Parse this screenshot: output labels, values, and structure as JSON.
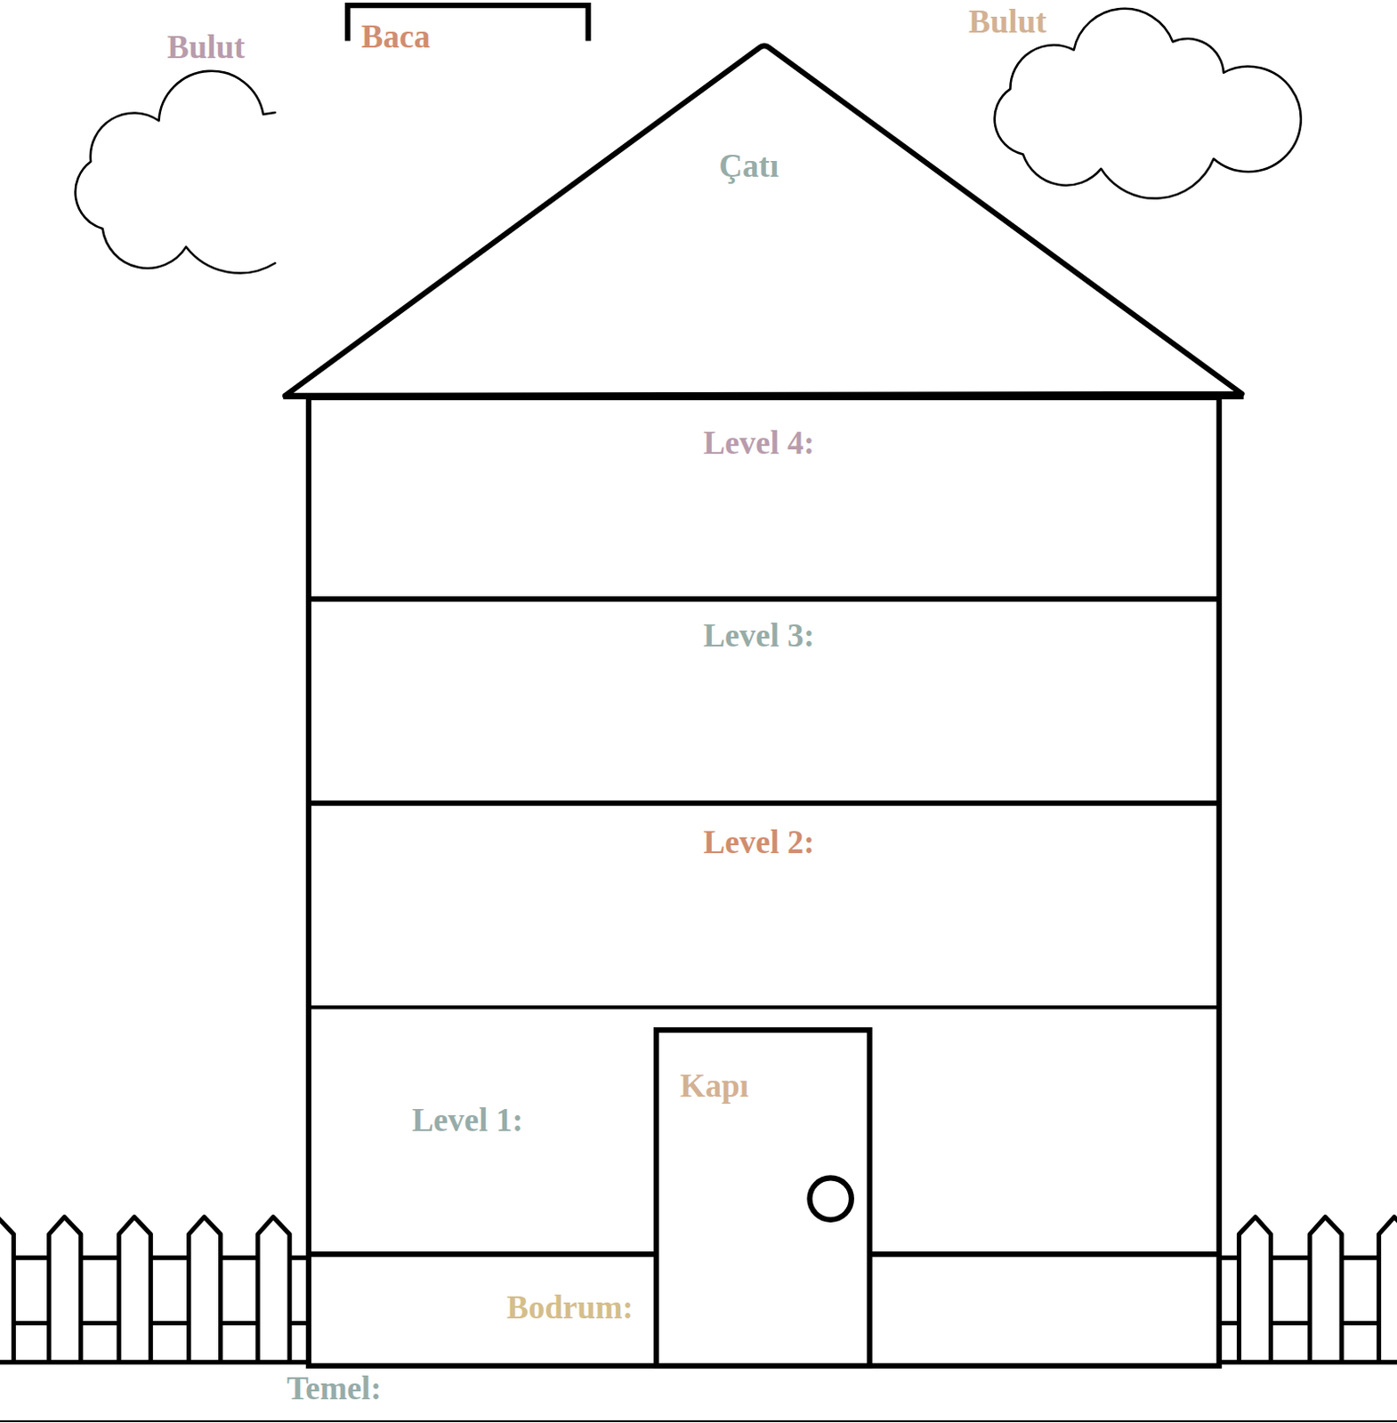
{
  "diagram": {
    "nodes": [
      {
        "text": [
          "Bulut"
        ]
      },
      {
        "text": [
          "Baca"
        ]
      },
      {
        "text": [
          "Bulut"
        ]
      },
      {
        "text": [
          "Çatı"
        ]
      },
      {
        "text": [
          "Level 4:"
        ]
      },
      {
        "text": [
          "Level 3:"
        ]
      },
      {
        "text": [
          "Level 2:"
        ]
      },
      {
        "text": [
          "Level 1:"
        ]
      },
      {
        "text": [
          "Kapı"
        ]
      },
      {
        "text": [
          "Bodrum:"
        ]
      }
    ],
    "labels": [
      "Temel:"
    ]
  }
}
